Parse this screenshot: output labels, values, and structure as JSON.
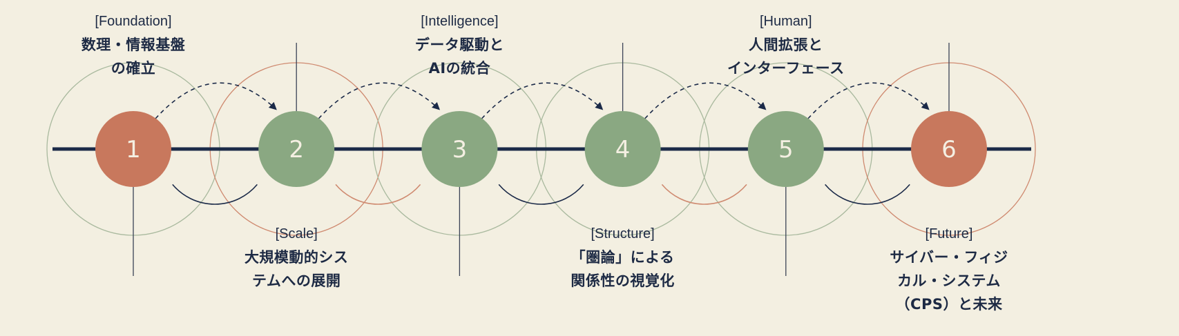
{
  "colors": {
    "background": "#f3efe1",
    "accent_orange": "#c8785d",
    "accent_green": "#8aa882",
    "navy": "#1b2a48",
    "ring_green": "#a9b99e",
    "ring_orange": "#cf8a70"
  },
  "stages": [
    {
      "number": "1",
      "tag": "[Foundation]",
      "lines": [
        "数理・情報基盤",
        "の確立"
      ],
      "color": "orange",
      "ring": "green",
      "label_position": "top"
    },
    {
      "number": "2",
      "tag": "[Scale]",
      "lines": [
        "大規模動的シス",
        "テムへの展開"
      ],
      "color": "green",
      "ring": "orange",
      "label_position": "bottom"
    },
    {
      "number": "3",
      "tag": "[Intelligence]",
      "lines": [
        "データ駆動と",
        "AIの統合"
      ],
      "color": "green",
      "ring": "green",
      "label_position": "top"
    },
    {
      "number": "4",
      "tag": "[Structure]",
      "lines": [
        "「圏論」による",
        "関係性の視覚化"
      ],
      "color": "green",
      "ring": "green",
      "label_position": "bottom"
    },
    {
      "number": "5",
      "tag": "[Human]",
      "lines": [
        "人間拡張と",
        "インターフェース"
      ],
      "color": "green",
      "ring": "green",
      "label_position": "top"
    },
    {
      "number": "6",
      "tag": "[Future]",
      "lines": [
        "サイバー・フィジ",
        "カル・システム",
        "（CPS）と未来"
      ],
      "color": "orange",
      "ring": "orange",
      "label_position": "bottom"
    }
  ],
  "connectors": [
    "navy",
    "orange",
    "navy",
    "orange",
    "navy"
  ]
}
